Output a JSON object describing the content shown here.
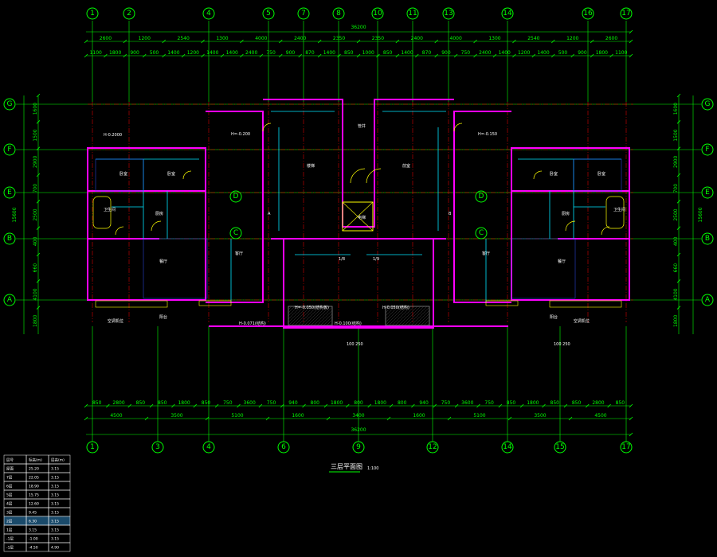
{
  "drawing": {
    "title": "三层平面图",
    "scale": "1:100",
    "colors": {
      "background": "#000000",
      "dims": "#00ff00",
      "walls": "#ff00ff",
      "grid": "#ff0000",
      "text": "#ffffff",
      "cyan": "#00e5ff",
      "yellow": "#ffff00",
      "blue": "#3050ff"
    },
    "grid_top": [
      "1",
      "2",
      "4",
      "5",
      "7",
      "8",
      "10",
      "11",
      "13",
      "14",
      "16",
      "17"
    ],
    "grid_bottom": [
      "1",
      "3",
      "4",
      "6",
      "9",
      "12",
      "14",
      "15",
      "17"
    ],
    "grid_side": [
      "G",
      "F",
      "E",
      "D",
      "C",
      "B",
      "A"
    ],
    "overall_width": "36200",
    "top_dims_row1": [
      "2600",
      "1200",
      "2540",
      "1300",
      "4000",
      "2400",
      "2350",
      "2350",
      "2400",
      "4000",
      "1300",
      "2540",
      "1200",
      "2600"
    ],
    "top_dims_row2": [
      "1100",
      "1800",
      "900",
      "500",
      "1400",
      "1200",
      "1400",
      "1400",
      "2400",
      "750",
      "900",
      "870",
      "1400",
      "850",
      "1000",
      "850",
      "1400",
      "870",
      "900",
      "750",
      "2400",
      "1400",
      "1200",
      "1400",
      "500",
      "900",
      "1800",
      "1100"
    ],
    "bottom_dims_row1": [
      "850",
      "2800",
      "850",
      "850",
      "1800",
      "850",
      "750",
      "3600",
      "750",
      "940",
      "800",
      "1800",
      "800",
      "1800",
      "800",
      "940",
      "750",
      "3600",
      "750",
      "850",
      "1800",
      "850",
      "850",
      "2800",
      "850"
    ],
    "bottom_dims_row2": [
      "4500",
      "3500",
      "5100",
      "1600",
      "3400",
      "1600",
      "5100",
      "3500",
      "4500"
    ],
    "left_dims": [
      "1600",
      "1500",
      "2900",
      "700",
      "2500",
      "400",
      "660",
      "4100",
      "1800"
    ],
    "left_total": "15600",
    "right_dims": [
      "1600",
      "1500",
      "2900",
      "700",
      "2500",
      "400",
      "660",
      "4100",
      "1800"
    ],
    "right_total": "15600",
    "room_labels": [
      "卧室",
      "卧室",
      "卫生间",
      "厨房",
      "餐厅",
      "客厅",
      "阳台",
      "卧室",
      "卧室",
      "卫生间",
      "厨房",
      "餐厅",
      "客厅",
      "阳台",
      "电梯",
      "楼梯",
      "前室",
      "管井"
    ],
    "annotations": [
      "H=-0.050(结构板)",
      "H-0.050(结构)",
      "H-0.2000",
      "H=-0.200",
      "H-0.071(结构)",
      "H-0.100(结构)",
      "H=-0.150",
      "空调机位",
      "空调机位",
      "100 250",
      "100 250",
      "A",
      "B",
      "1/9",
      "1/8"
    ],
    "level_table": {
      "headers": [
        "层号",
        "标高(m)",
        "层高(m)"
      ],
      "rows": [
        [
          "屋面",
          "25.20",
          "3.15"
        ],
        [
          "7层",
          "22.05",
          "3.15"
        ],
        [
          "6层",
          "18.90",
          "3.15"
        ],
        [
          "5层",
          "15.75",
          "3.15"
        ],
        [
          "4层",
          "12.60",
          "3.15"
        ],
        [
          "3层",
          "9.45",
          "3.15"
        ],
        [
          "2层",
          "6.30",
          "3.15"
        ],
        [
          "1层",
          "3.15",
          "3.15"
        ],
        [
          "-1层",
          "-1.00",
          "3.15"
        ],
        [
          "-1层",
          "-4.50",
          "4.90"
        ]
      ],
      "highlight_row": 6
    }
  }
}
